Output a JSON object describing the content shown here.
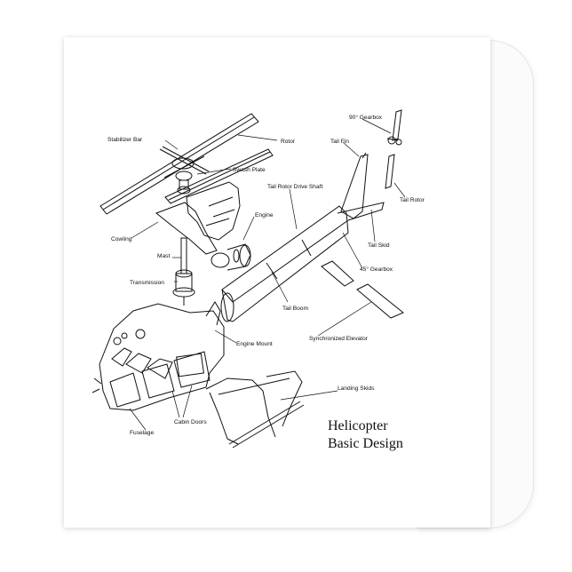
{
  "diagram": {
    "title_line1": "Helicopter",
    "title_line2": "Basic Design",
    "labels": {
      "stabilizer_bar": "Stabilizer Bar",
      "rotor": "Rotor",
      "gearbox_90": "90° Gearbox",
      "tail_fin": "Tail Fin",
      "swash_plate": "Swash Plate",
      "tail_rotor_drive_shaft": "Tail Rotor Drive Shaft",
      "tail_rotor": "Tail Rotor",
      "engine": "Engine",
      "cowling": "Cowling",
      "tail_skid": "Tail Skid",
      "mast": "Mast",
      "gearbox_45": "45° Gearbox",
      "transmission": "Transmission",
      "tail_boom": "Tail Boom",
      "engine_mount": "Engine Mount",
      "synchronized_elevator": "Synchronized Elevator",
      "landing_skids": "Landing Skids",
      "cabin_doors": "Cabin Doors",
      "fuselage": "Fuselage"
    }
  }
}
